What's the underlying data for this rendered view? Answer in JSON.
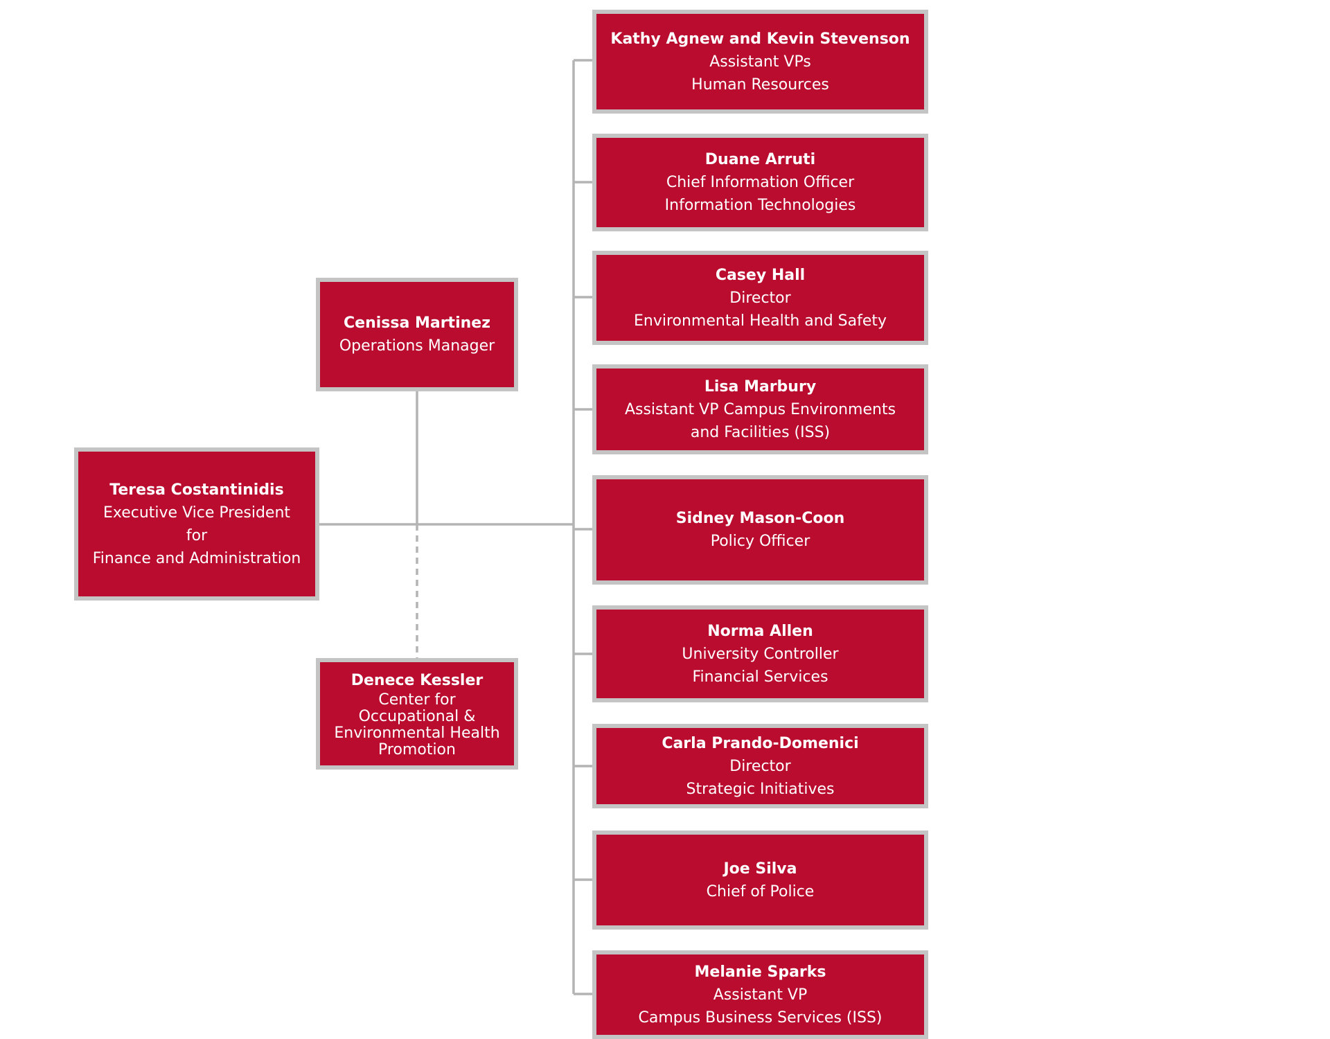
{
  "colors": {
    "box_fill": "#ba0c2f",
    "box_border": "#c4c4c4",
    "connector": "#b4b4b4",
    "text": "#ffffff"
  },
  "executive": {
    "name": "Teresa Costantinidis",
    "line1": "Executive Vice President",
    "line2": "for",
    "line3": "Finance and Administration"
  },
  "operations": {
    "name": "Cenissa Martinez",
    "line1": "Operations Manager"
  },
  "coehp": {
    "name": "Denece Kessler",
    "line1": "Center for",
    "line2": "Occupational &",
    "line3": "Environmental Health",
    "line4": "Promotion"
  },
  "reports": [
    {
      "name": "Kathy Agnew and Kevin Stevenson",
      "line1": "Assistant VPs",
      "line2": "Human Resources"
    },
    {
      "name": "Duane Arruti",
      "line1": "Chief Information Officer",
      "line2": "Information Technologies"
    },
    {
      "name": "Casey Hall",
      "line1": "Director",
      "line2": "Environmental Health and Safety"
    },
    {
      "name": "Lisa Marbury",
      "line1": "Assistant VP Campus Environments",
      "line2": "and Facilities (ISS)"
    },
    {
      "name": "Sidney Mason-Coon",
      "line1": "Policy Officer",
      "line2": ""
    },
    {
      "name": "Norma Allen",
      "line1": "University Controller",
      "line2": "Financial Services"
    },
    {
      "name": "Carla Prando-Domenici",
      "line1": "Director",
      "line2": "Strategic Initiatives"
    },
    {
      "name": "Joe Silva",
      "line1": "Chief of Police",
      "line2": ""
    },
    {
      "name": "Melanie Sparks",
      "line1": "Assistant VP",
      "line2": "Campus Business Services (ISS)"
    }
  ]
}
